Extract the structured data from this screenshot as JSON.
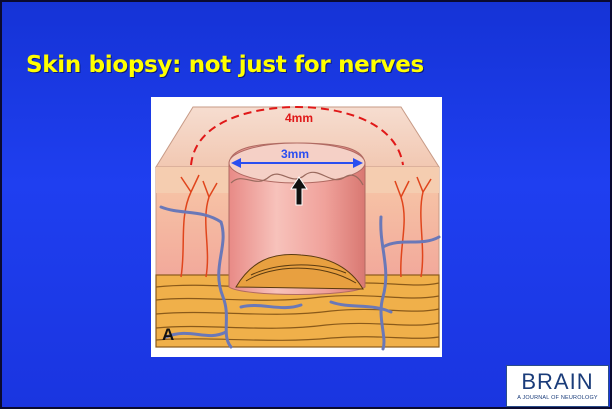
{
  "slide": {
    "title": "Skin biopsy: not just for nerves"
  },
  "figure": {
    "outer_label": "4mm",
    "inner_label": "3mm",
    "panel_letter": "A",
    "colors": {
      "outer_dashed": "#e01818",
      "inner_arrow": "#2a4ef0",
      "epidermis": "#f2b9a0",
      "dermis": "#f3a8a0",
      "fat": "#f0b24a",
      "vessels": "#6a78b8",
      "nerves": "#e0451c"
    }
  },
  "logo": {
    "name": "BRAIN",
    "subtitle": "A JOURNAL OF NEUROLOGY"
  }
}
